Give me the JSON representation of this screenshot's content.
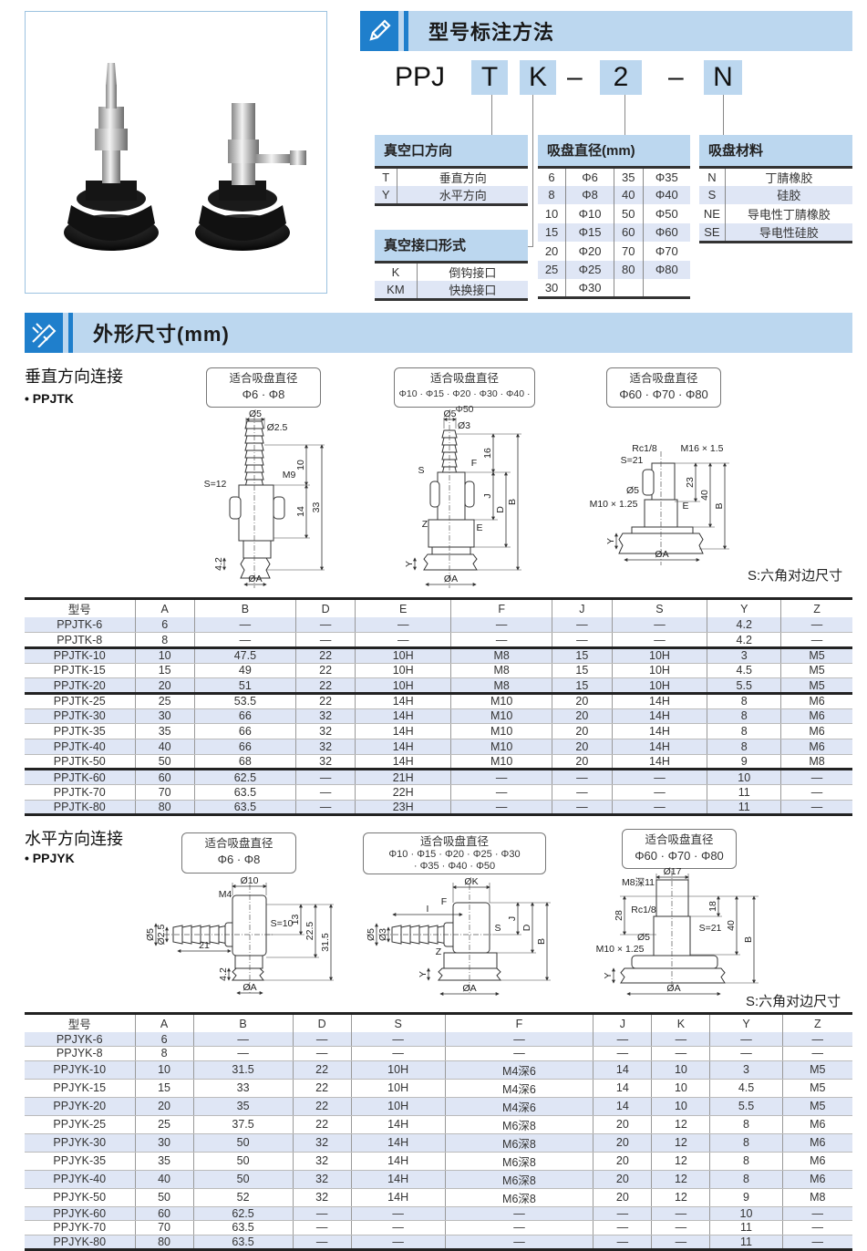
{
  "model_section": {
    "title": "型号标注方法"
  },
  "code": {
    "prefix": "PPJ",
    "parts": [
      "T",
      "K",
      "2",
      "N"
    ],
    "dash": "–"
  },
  "vacuum_direction": {
    "title": "真空口方向",
    "rows": [
      [
        "T",
        "垂直方向"
      ],
      [
        "Y",
        "水平方向"
      ]
    ]
  },
  "vacuum_port": {
    "title": "真空接口形式",
    "rows": [
      [
        "K",
        "倒钩接口"
      ],
      [
        "KM",
        "快换接口"
      ]
    ]
  },
  "cup_diameter": {
    "title": "吸盘直径(mm)",
    "rows": [
      [
        "6",
        "Φ6",
        "35",
        "Φ35"
      ],
      [
        "8",
        "Φ8",
        "40",
        "Φ40"
      ],
      [
        "10",
        "Φ10",
        "50",
        "Φ50"
      ],
      [
        "15",
        "Φ15",
        "60",
        "Φ60"
      ],
      [
        "20",
        "Φ20",
        "70",
        "Φ70"
      ],
      [
        "25",
        "Φ25",
        "80",
        "Φ80"
      ],
      [
        "30",
        "Φ30",
        "",
        ""
      ]
    ]
  },
  "cup_material": {
    "title": "吸盘材料",
    "rows": [
      [
        "N",
        "丁腈橡胶"
      ],
      [
        "S",
        "硅胶"
      ],
      [
        "NE",
        "导电性丁腈橡胶"
      ],
      [
        "SE",
        "导电性硅胶"
      ]
    ]
  },
  "dimension_section": {
    "title": "外形尺寸(mm)"
  },
  "vertical": {
    "title": "垂直方向连接",
    "series": "• PPJTK",
    "note": "S:六角对边尺寸",
    "drawings": [
      {
        "caption": "适合吸盘直径",
        "sizes": "Φ6 · Φ8",
        "labels": [
          "Ø5",
          "Ø2.5",
          "M9",
          "S=12",
          "10",
          "14",
          "33",
          "4.2",
          "ØA"
        ]
      },
      {
        "caption": "适合吸盘直径",
        "sizes": "Φ10 · Φ15 · Φ20 · Φ30 · Φ40 · Φ50",
        "labels": [
          "Ø5",
          "Ø3",
          "S",
          "F",
          "Z",
          "E",
          "16",
          "J",
          "D",
          "B",
          "Y",
          "ØA"
        ]
      },
      {
        "caption": "适合吸盘直径",
        "sizes": "Φ60 · Φ70 · Φ80",
        "labels": [
          "Rc1/8",
          "M16 × 1.5",
          "S=21",
          "Ø5",
          "M10 × 1.25",
          "E",
          "23",
          "40",
          "B",
          "Y",
          "ØA"
        ]
      }
    ],
    "table": {
      "headers": [
        "型号",
        "A",
        "B",
        "D",
        "E",
        "F",
        "J",
        "S",
        "Y",
        "Z"
      ],
      "rows": [
        [
          "PPJTK-6",
          "6",
          "—",
          "—",
          "—",
          "—",
          "—",
          "—",
          "4.2",
          "—"
        ],
        [
          "PPJTK-8",
          "8",
          "—",
          "—",
          "—",
          "—",
          "—",
          "—",
          "4.2",
          "—"
        ],
        [
          "PPJTK-10",
          "10",
          "47.5",
          "22",
          "10H",
          "M8",
          "15",
          "10H",
          "3",
          "M5"
        ],
        [
          "PPJTK-15",
          "15",
          "49",
          "22",
          "10H",
          "M8",
          "15",
          "10H",
          "4.5",
          "M5"
        ],
        [
          "PPJTK-20",
          "20",
          "51",
          "22",
          "10H",
          "M8",
          "15",
          "10H",
          "5.5",
          "M5"
        ],
        [
          "PPJTK-25",
          "25",
          "53.5",
          "22",
          "14H",
          "M10",
          "20",
          "14H",
          "8",
          "M6"
        ],
        [
          "PPJTK-30",
          "30",
          "66",
          "32",
          "14H",
          "M10",
          "20",
          "14H",
          "8",
          "M6"
        ],
        [
          "PPJTK-35",
          "35",
          "66",
          "32",
          "14H",
          "M10",
          "20",
          "14H",
          "8",
          "M6"
        ],
        [
          "PPJTK-40",
          "40",
          "66",
          "32",
          "14H",
          "M10",
          "20",
          "14H",
          "8",
          "M6"
        ],
        [
          "PPJTK-50",
          "50",
          "68",
          "32",
          "14H",
          "M10",
          "20",
          "14H",
          "9",
          "M8"
        ],
        [
          "PPJTK-60",
          "60",
          "62.5",
          "—",
          "21H",
          "—",
          "—",
          "—",
          "10",
          "—"
        ],
        [
          "PPJTK-70",
          "70",
          "63.5",
          "—",
          "22H",
          "—",
          "—",
          "—",
          "11",
          "—"
        ],
        [
          "PPJTK-80",
          "80",
          "63.5",
          "—",
          "23H",
          "—",
          "—",
          "—",
          "11",
          "—"
        ]
      ]
    }
  },
  "horizontal": {
    "title": "水平方向连接",
    "series": "• PPJYK",
    "note": "S:六角对边尺寸",
    "drawings": [
      {
        "caption": "适合吸盘直径",
        "sizes": "Φ6 · Φ8",
        "labels": [
          "Ø10",
          "M4",
          "S=10",
          "13",
          "22.5",
          "31.5",
          "21",
          "Ø5",
          "Ø2.5",
          "4.2",
          "ØA"
        ]
      },
      {
        "caption": "适合吸盘直径",
        "sizes": "Φ10 · Φ15 · Φ20 · Φ25 · Φ30",
        "sizes2": "· Φ35 · Φ40 · Φ50",
        "labels": [
          "ØK",
          "F",
          "I",
          "S",
          "Z",
          "J",
          "D",
          "B",
          "Ø5",
          "Ø3",
          "Y",
          "ØA"
        ]
      },
      {
        "caption": "适合吸盘直径",
        "sizes": "Φ60 · Φ70 · Φ80",
        "labels": [
          "M8深11",
          "Ø17",
          "Rc1/8",
          "S=21",
          "Ø5",
          "M10 × 1.25",
          "28",
          "18",
          "40",
          "B",
          "Y",
          "ØA"
        ]
      }
    ],
    "table": {
      "headers": [
        "型号",
        "A",
        "B",
        "D",
        "S",
        "F",
        "J",
        "K",
        "Y",
        "Z"
      ],
      "rows": [
        [
          "PPJYK-6",
          "6",
          "—",
          "—",
          "—",
          "—",
          "—",
          "—",
          "—",
          "—"
        ],
        [
          "PPJYK-8",
          "8",
          "—",
          "—",
          "—",
          "—",
          "—",
          "—",
          "—",
          "—"
        ],
        [
          "PPJYK-10",
          "10",
          "31.5",
          "22",
          "10H",
          "M4深6",
          "14",
          "10",
          "3",
          "M5"
        ],
        [
          "PPJYK-15",
          "15",
          "33",
          "22",
          "10H",
          "M4深6",
          "14",
          "10",
          "4.5",
          "M5"
        ],
        [
          "PPJYK-20",
          "20",
          "35",
          "22",
          "10H",
          "M4深6",
          "14",
          "10",
          "5.5",
          "M5"
        ],
        [
          "PPJYK-25",
          "25",
          "37.5",
          "22",
          "14H",
          "M6深8",
          "20",
          "12",
          "8",
          "M6"
        ],
        [
          "PPJYK-30",
          "30",
          "50",
          "32",
          "14H",
          "M6深8",
          "20",
          "12",
          "8",
          "M6"
        ],
        [
          "PPJYK-35",
          "35",
          "50",
          "32",
          "14H",
          "M6深8",
          "20",
          "12",
          "8",
          "M6"
        ],
        [
          "PPJYK-40",
          "40",
          "50",
          "32",
          "14H",
          "M6深8",
          "20",
          "12",
          "8",
          "M6"
        ],
        [
          "PPJYK-50",
          "50",
          "52",
          "32",
          "14H",
          "M6深8",
          "20",
          "12",
          "9",
          "M8"
        ],
        [
          "PPJYK-60",
          "60",
          "62.5",
          "—",
          "—",
          "—",
          "—",
          "—",
          "10",
          "—"
        ],
        [
          "PPJYK-70",
          "70",
          "63.5",
          "—",
          "—",
          "—",
          "—",
          "—",
          "11",
          "—"
        ],
        [
          "PPJYK-80",
          "80",
          "63.5",
          "—",
          "—",
          "—",
          "—",
          "—",
          "11",
          "—"
        ]
      ]
    }
  },
  "colors": {
    "accent": "#1f7fcc",
    "header_bg": "#bcd7ef",
    "row_shade": "#dfe6f5"
  }
}
